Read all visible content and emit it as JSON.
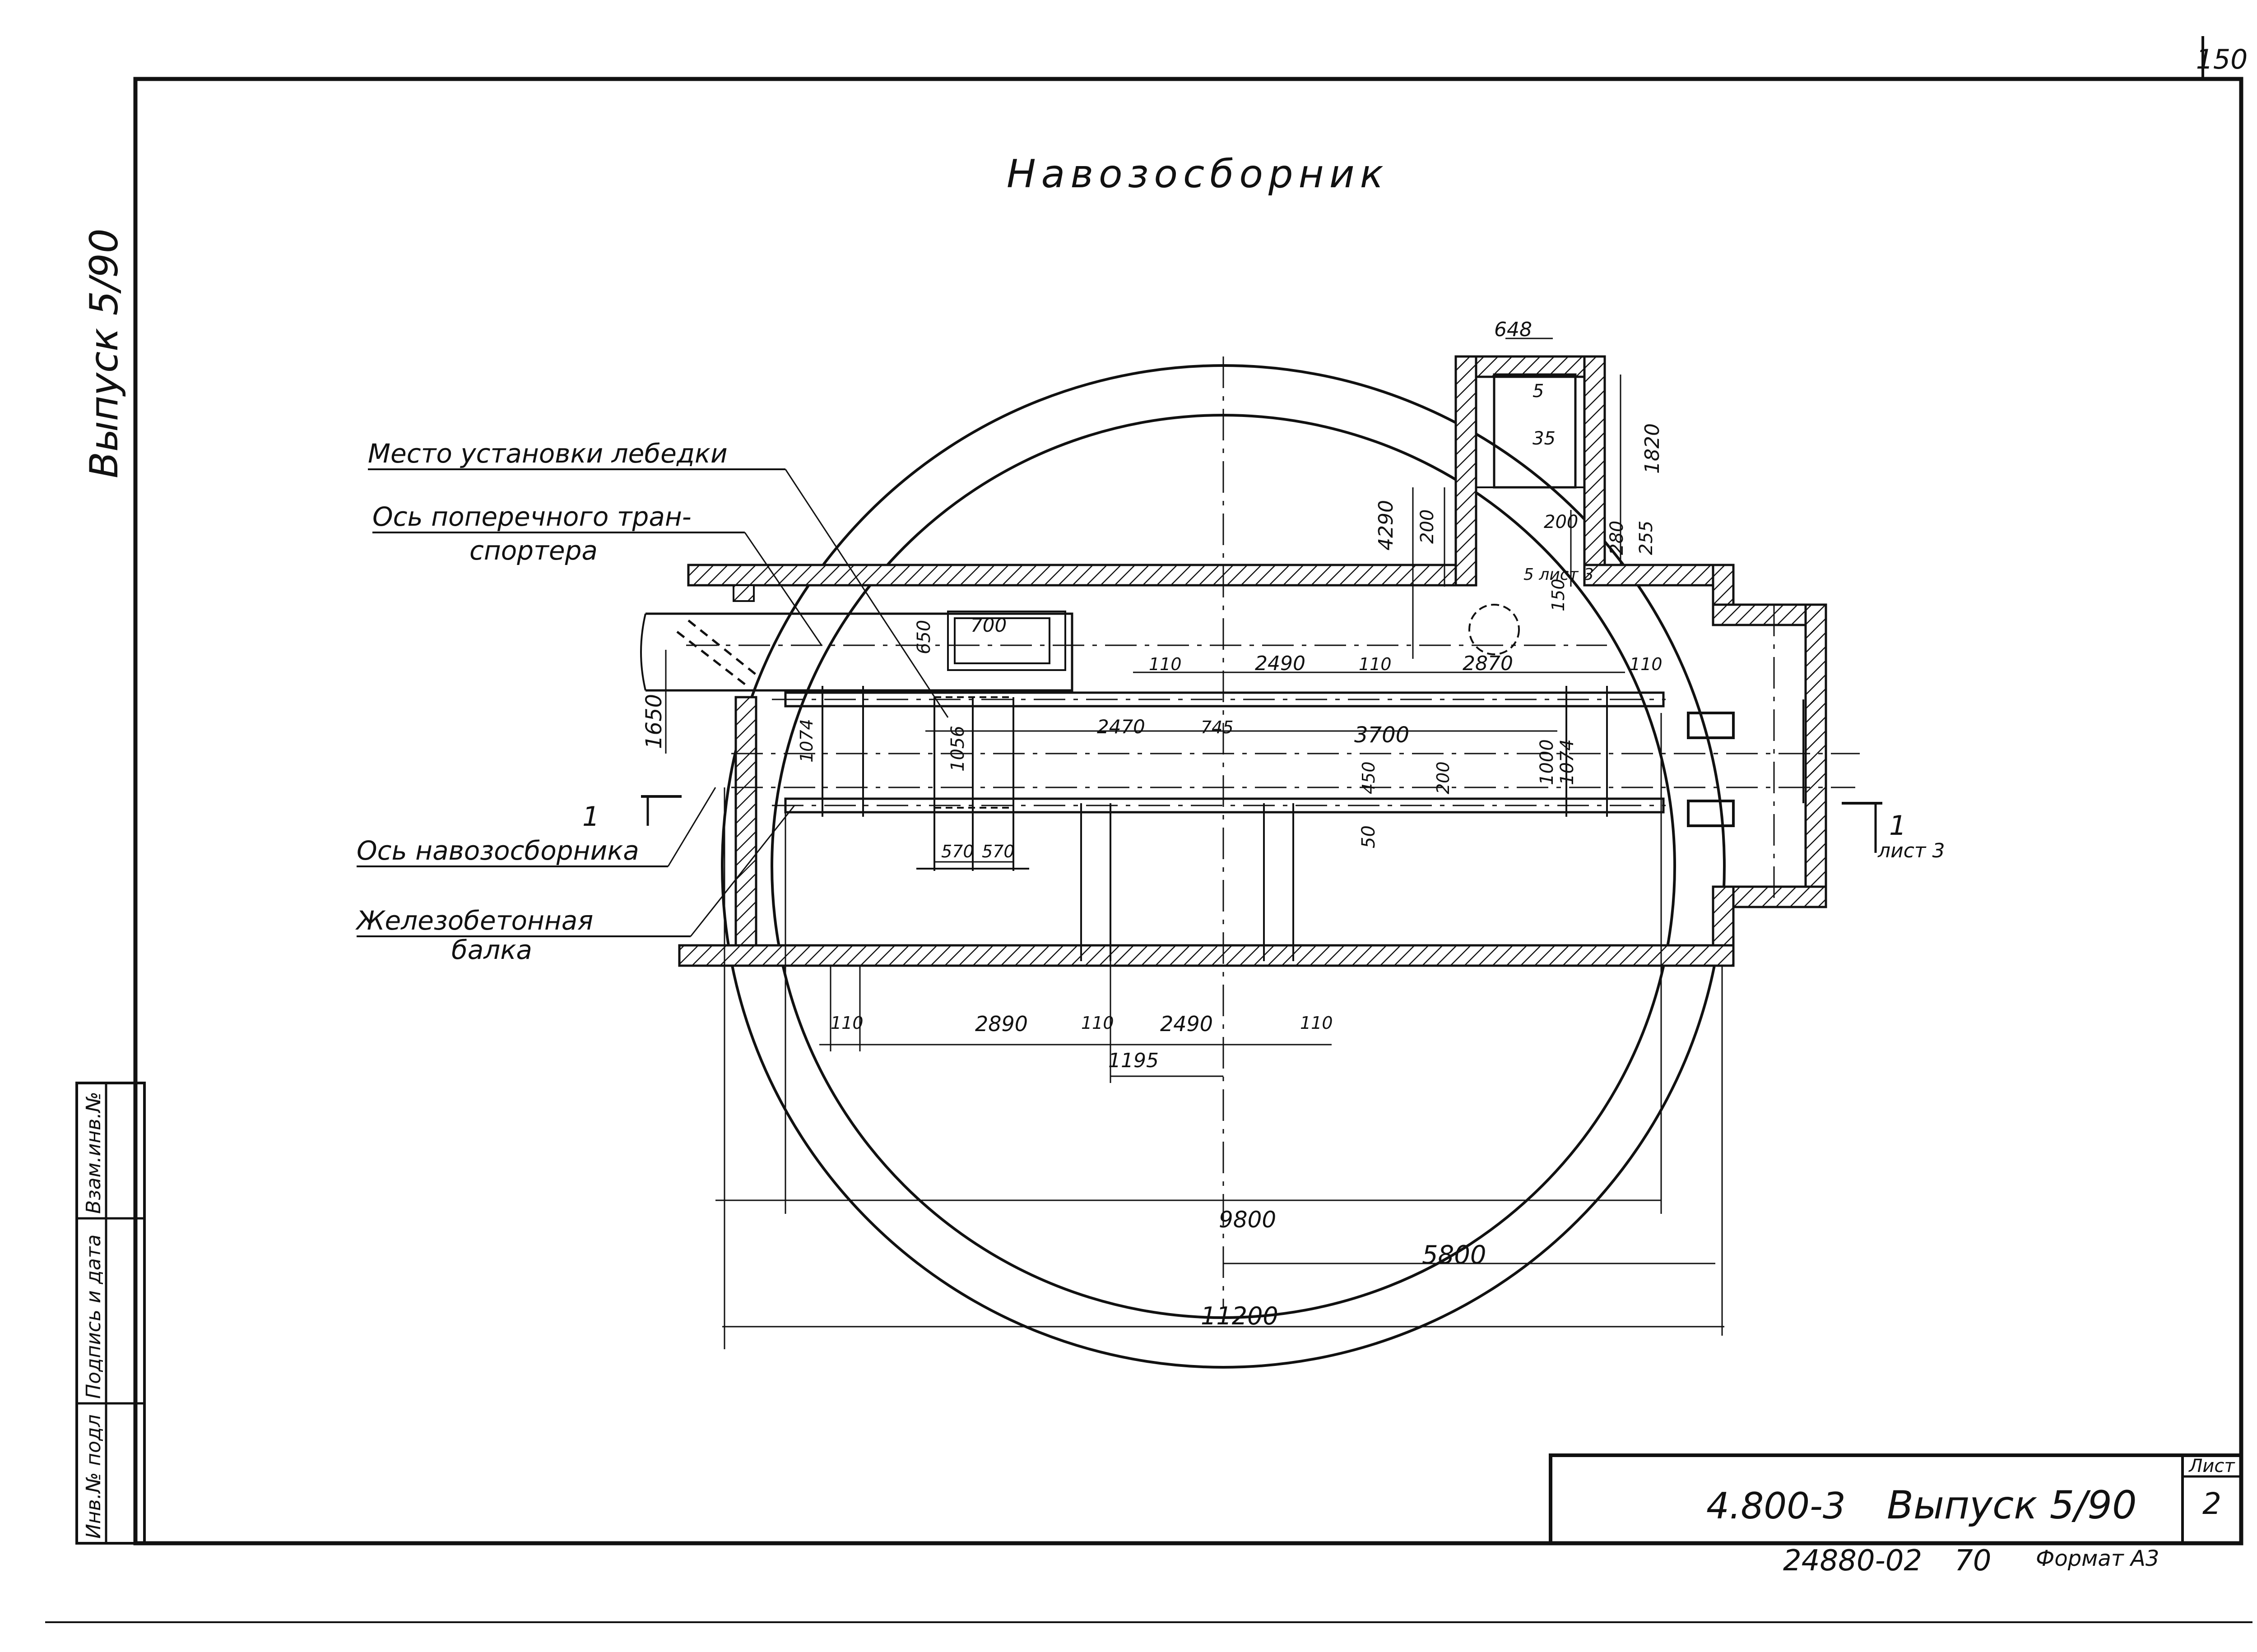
{
  "sheet": {
    "corner_number": "150",
    "title": "Навозосборник",
    "margin_vertical_text": "Выпуск 5/90",
    "format": "Формат А3",
    "copy_number": "24880-02",
    "copy_suffix": "70"
  },
  "side_stamp": {
    "inv_podl": "Инв.№ подл",
    "podpis_data": "Подпись и дата",
    "vzam_inv": "Взам.инв.№"
  },
  "title_block": {
    "designation": "4.800-3",
    "issue": "Выпуск 5/90",
    "sheet_label": "Лист",
    "sheet_no": "2"
  },
  "callouts": {
    "winch_place": "Место установки лебедки",
    "transporter_axis_1": "Ось поперечного тран-",
    "transporter_axis_2": "спортера",
    "tank_axis": "Ось навозосборника",
    "beam_1": "Железобетонная",
    "beam_2": "балка",
    "section_left": "1",
    "section_right": "1",
    "section_ref": "лист 3",
    "hatch_ref": "5 лист 3"
  },
  "dimensions": {
    "d648": "648",
    "d5": "5",
    "d35": "35",
    "d1820": "1820",
    "d4290": "4290",
    "d200a": "200",
    "d200b": "200",
    "d280": "280",
    "d255": "255",
    "d150": "150",
    "d650": "650",
    "d700": "700",
    "d1650": "1650",
    "d1074a": "1074",
    "d1056": "1056",
    "d570a": "570",
    "d570b": "570",
    "d110a": "110",
    "d2490a": "2490",
    "d110b": "110",
    "d2870": "2870",
    "d110c": "110",
    "d2470": "2470",
    "d745": "745",
    "d3700": "3700",
    "d1000": "1000",
    "d1074b": "1074",
    "d450": "450",
    "d200c": "200",
    "d50": "50",
    "d110d": "110",
    "d2890": "2890",
    "d110e": "110",
    "d2490b": "2490",
    "d110f": "110",
    "d1195": "1195",
    "d9800": "9800",
    "d5800": "5800",
    "d11200": "11200"
  }
}
